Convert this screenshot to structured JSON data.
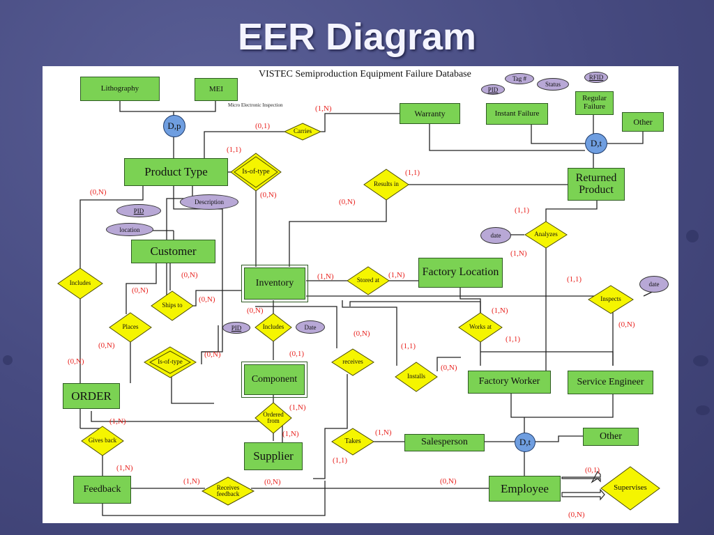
{
  "slide": {
    "title": "EER Diagram"
  },
  "diagram": {
    "title": "VISTEC Semiproduction Equipment Failure Database",
    "note": "Micro Electronic Inspection",
    "colors": {
      "entity": "#7bd253",
      "relationship": "#f5f500",
      "attribute": "#b8a8d6",
      "specialization": "#6f9ee0",
      "cardinality": "#e8231f"
    },
    "entities": {
      "lithography": "Lithography",
      "mei": "MEI",
      "warranty": "Warranty",
      "instant_failure": "Instant Failure",
      "regular_failure": "Regular Failure",
      "other_top": "Other",
      "product_type": "Product Type",
      "returned_product": "Returned Product",
      "customer": "Customer",
      "inventory": "Inventory",
      "factory_location": "Factory Location",
      "component": "Component",
      "factory_worker": "Factory Worker",
      "service_engineer": "Service Engineer",
      "order": "ORDER",
      "supplier": "Supplier",
      "salesperson": "Salesperson",
      "other_bottom": "Other",
      "feedback": "Feedback",
      "employee": "Employee"
    },
    "relationships": {
      "carries": "Carries",
      "is_of_type_1": "Is-of-type",
      "results_in": "Results in",
      "analyzes": "Analyzes",
      "includes_1": "Includes",
      "ships_to": "Ships to",
      "stored_at": "Stored at",
      "inspects": "Inspects",
      "places": "Places",
      "includes_2": "Includes",
      "works_at": "Works at",
      "is_of_type_2": "Is-of-type",
      "receives": "receives",
      "installs": "Installs",
      "ordered_from": "Ordered from",
      "gives_back": "Gives back",
      "takes": "Takes",
      "receives_feedback": "Receives feedback",
      "supervises": "Supervises"
    },
    "attributes": {
      "tag": "Tag #",
      "status": "Status",
      "pid_top": "PID",
      "rfid": "RFID",
      "pid_mid": "PID",
      "description": "Description",
      "location": "location",
      "date_analyzes": "date",
      "date_inspects": "date",
      "pid_comp": "PID",
      "date_comp": "Date"
    },
    "specializations": {
      "dp": "D,p",
      "dt_top": "D,t",
      "dt_bottom": "D,t"
    },
    "cardinalities": [
      "(1,N)",
      "(0,1)",
      "(1,1)",
      "(0,N)",
      "(1,1)",
      "(0,N)",
      "(0,N)",
      "(1,1)",
      "(1,N)",
      "(0,N)",
      "(0,N)",
      "(0,N)",
      "(1,N)",
      "(1,N)",
      "(1,1)",
      "(0,N)",
      "(0,N)",
      "(1,N)",
      "(0,N)",
      "(0,1)",
      "(0,N)",
      "(1,1)",
      "(0,N)",
      "(1,1)",
      "(0,N)",
      "(0,N)",
      "(1,N)",
      "(1,N)",
      "(1,N)",
      "(1,N)",
      "(1,1)",
      "(1,N)",
      "(1,N)",
      "(0,N)",
      "(0,N)",
      "(0,1)",
      "(0,N)"
    ]
  }
}
